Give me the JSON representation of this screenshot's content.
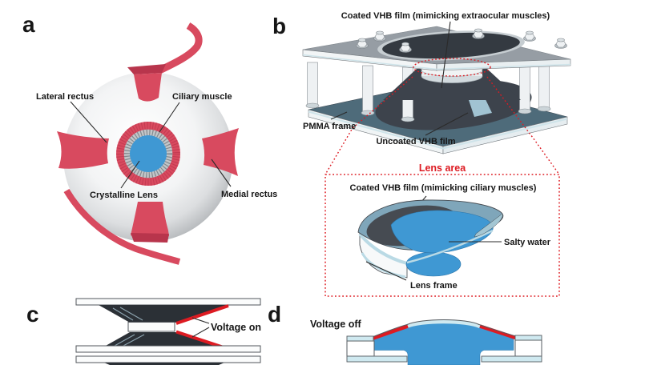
{
  "figure": {
    "panels": {
      "a": {
        "letter": "a",
        "labels": {
          "lateral_rectus": "Lateral rectus",
          "ciliary_muscle": "Ciliary muscle",
          "crystalline_lens": "Crystalline Lens",
          "medial_rectus": "Medial rectus"
        }
      },
      "b": {
        "letter": "b",
        "labels": {
          "coated_extraocular": "Coated VHB film (mimicking extraocular muscles)",
          "pmma_frame": "PMMA frame",
          "uncoated_vhb_film": "Uncoated VHB film",
          "lens_area": "Lens area",
          "coated_ciliary": "Coated VHB film (mimicking ciliary muscles)",
          "salty_water": "Salty water",
          "lens_frame": "Lens frame"
        }
      },
      "c": {
        "letter": "c",
        "labels": {
          "voltage_on": "Voltage on"
        }
      },
      "d": {
        "letter": "d",
        "labels": {
          "voltage_off": "Voltage off"
        }
      }
    },
    "colors": {
      "accent_red": "#dd1b22",
      "muscle_red": "#d84a5f",
      "water_blue": "#3f98d3",
      "film_dark": "#2b3036",
      "plate_slate": "#4e6b7a",
      "lens_steel": "#7fa6ba",
      "pale_cyan": "#cfe9f0"
    }
  }
}
